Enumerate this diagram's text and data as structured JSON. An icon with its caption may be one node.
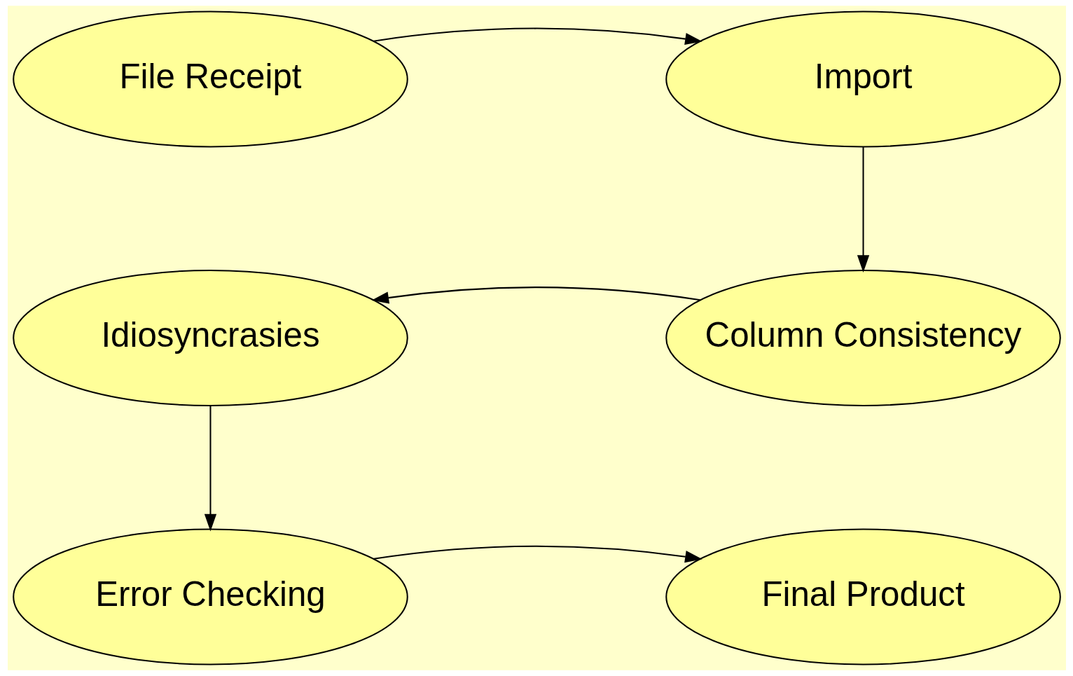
{
  "diagram": {
    "nodes": [
      {
        "text": [
          "File Receipt"
        ]
      },
      {
        "text": [
          "Import"
        ]
      },
      {
        "text": [
          "Column Consistency"
        ]
      },
      {
        "text": [
          "Idiosyncrasies"
        ]
      },
      {
        "text": [
          "Error Checking"
        ]
      },
      {
        "text": [
          "Final Product"
        ]
      }
    ],
    "edges": [
      {
        "from": 0,
        "to": 1,
        "arrow": "to"
      },
      {
        "from": 1,
        "to": 2,
        "arrow": "to"
      },
      {
        "from": 2,
        "to": 3,
        "arrow": "to"
      },
      {
        "from": 3,
        "to": 4,
        "arrow": "to"
      },
      {
        "from": 4,
        "to": 5,
        "arrow": "to"
      }
    ]
  }
}
